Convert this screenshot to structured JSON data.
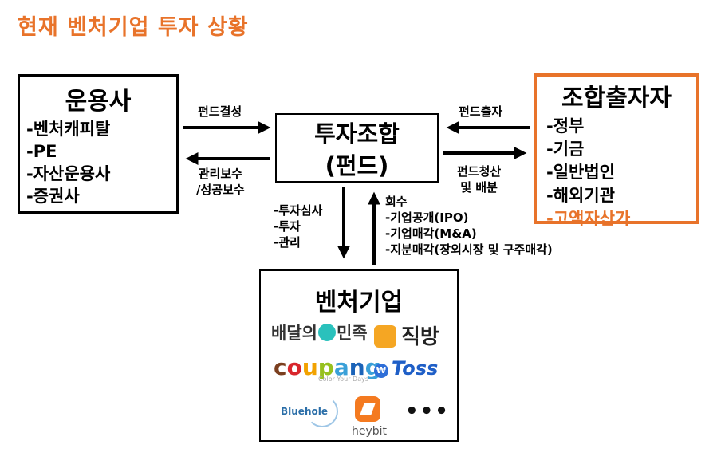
{
  "title": "현재 벤처기업 투자 상황",
  "gp": {
    "title": "운용사",
    "items": [
      "-벤처캐피탈",
      "-PE",
      "-자산운용사",
      "-증권사"
    ]
  },
  "fund": {
    "title_line1": "투자조합",
    "title_line2": "(펀드)"
  },
  "lp": {
    "title": "조합출자자",
    "items": [
      "-정부",
      "-기금",
      "-일반법인",
      "-해외기관"
    ],
    "highlight_item": "-고액자산가"
  },
  "venture": {
    "title": "벤처기업",
    "logos": {
      "baemin_a": "배달의",
      "baemin_b": "민족",
      "zigbang": "직방",
      "coupang": "coupang",
      "coupang_tagline": "Color Your Days",
      "toss": "Toss",
      "toss_symbol": "₩",
      "bluehole": "Bluehole",
      "heybit": "heybit",
      "more": "•••"
    }
  },
  "labels": {
    "fund_formation": "펀드결성",
    "mgmt_fee": [
      "관리보수",
      "/성공보수"
    ],
    "capital_contribution": "펀드출자",
    "liquidation": [
      "펀드청산",
      "및 배분"
    ],
    "investment_steps": [
      "-투자심사",
      "-투자",
      "-관리"
    ],
    "exit_steps": [
      "회수",
      "-기업공개(IPO)",
      "-기업매각(M&A)",
      "-지분매각(장외시장 및 구주매각)"
    ]
  },
  "colors": {
    "accent": "#e8732a",
    "box_border": "#000000"
  }
}
